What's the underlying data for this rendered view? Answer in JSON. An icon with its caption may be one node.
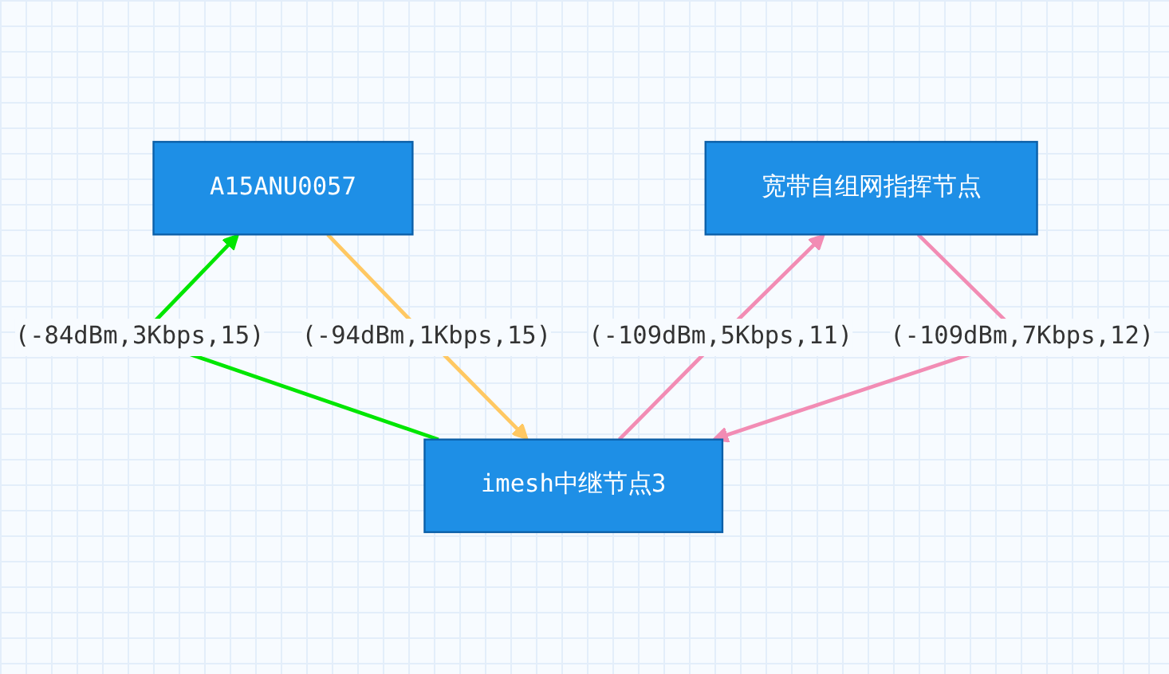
{
  "diagram": {
    "nodes": [
      {
        "text": [
          "A15ANU0057"
        ]
      },
      {
        "text": [
          "宽带自组网指挥节点"
        ]
      },
      {
        "text": [
          "imesh中继节点3"
        ]
      }
    ],
    "edges": [
      {
        "from": 0,
        "to": 2,
        "arrow": "to",
        "label": "(-94dBm,1Kbps,15)",
        "color": "#ffc862"
      },
      {
        "from": 2,
        "to": 0,
        "arrow": "to",
        "label": "(-84dBm,3Kbps,15)",
        "color": "#00e600"
      },
      {
        "from": 1,
        "to": 2,
        "arrow": "to",
        "label": "(-109dBm,7Kbps,12)",
        "color": "#f28cb4"
      },
      {
        "from": 2,
        "to": 1,
        "arrow": "to",
        "label": "(-109dBm,5Kbps,11)",
        "color": "#f28cb4"
      }
    ]
  }
}
